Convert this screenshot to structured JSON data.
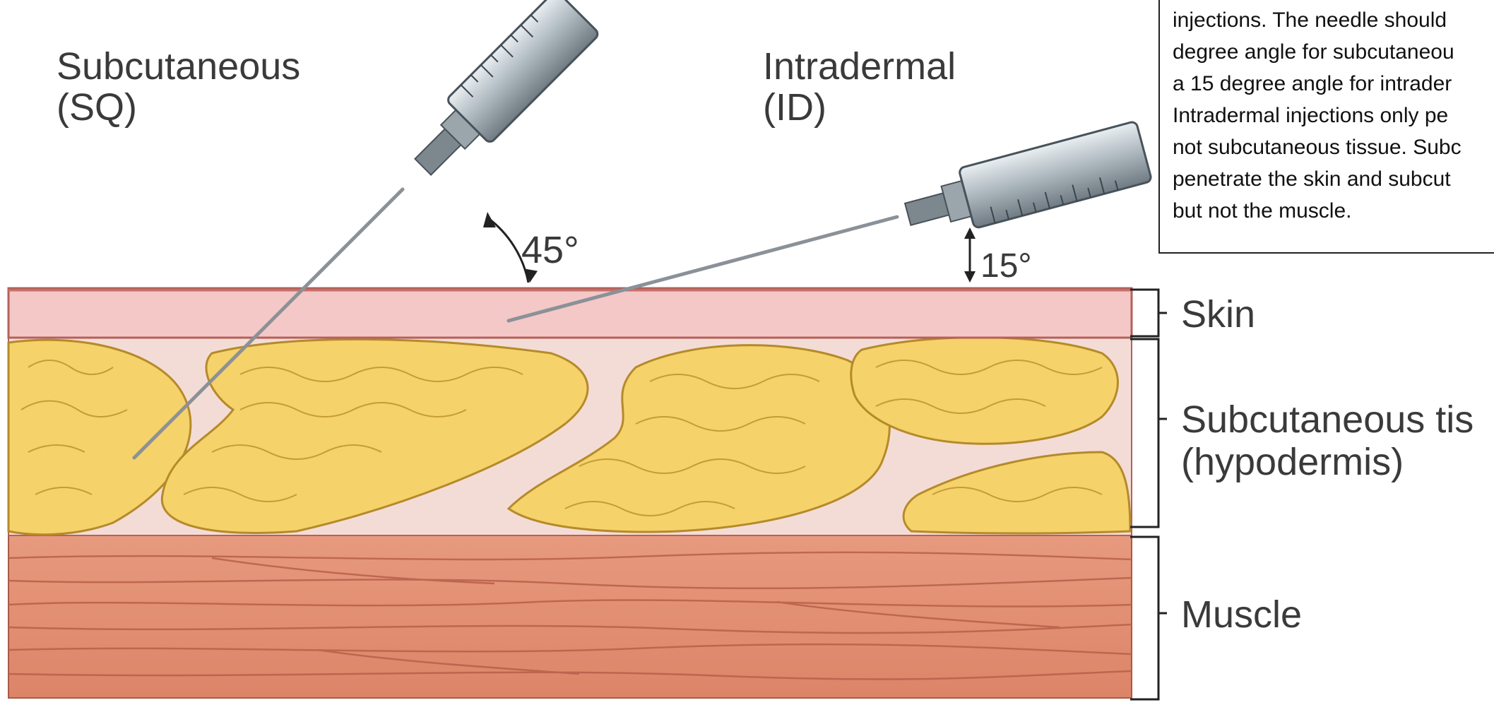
{
  "labels": {
    "sq_title": "Subcutaneous",
    "sq_abbr": "(SQ)",
    "id_title": "Intradermal",
    "id_abbr": "(ID)",
    "angle_sq": "45°",
    "angle_id": "15°",
    "layer_skin": "Skin",
    "layer_subq_1": "Subcutaneous tis",
    "layer_subq_2": "(hypodermis)",
    "layer_muscle": "Muscle"
  },
  "caption": {
    "lines": [
      "injections. The needle should",
      "degree angle for subcutaneou",
      "a 15 degree angle for intrader",
      "Intradermal injections only pe",
      "not subcutaneous tissue. Subc",
      "penetrate the skin and subcut",
      "but not the muscle."
    ]
  },
  "colors": {
    "skin": "#f3c8c6",
    "skin_edge": "#b5605a",
    "subq_background": "#f4dcd6",
    "fat": "#f5d26a",
    "fat_edge": "#b58a2a",
    "muscle": "#e69578",
    "muscle_line": "#b8604a",
    "syringe": "#a9b4bb",
    "needle": "#8a9198"
  },
  "icons": [
    "syringe-icon",
    "bracket-icon",
    "double-arrow-icon"
  ]
}
